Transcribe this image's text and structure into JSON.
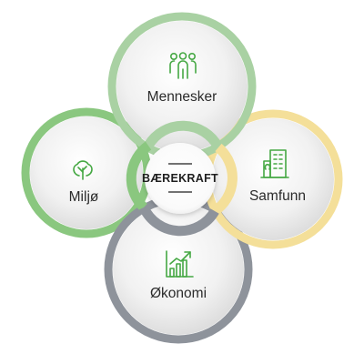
{
  "center": {
    "label": "BÆREKRAFT"
  },
  "pillars": {
    "top": {
      "label": "Mennesker",
      "icon": "people-icon",
      "ring_color": "#a9d1a3"
    },
    "left": {
      "label": "Miljø",
      "icon": "tree-icon",
      "ring_color": "#8ac77f"
    },
    "right": {
      "label": "Samfunn",
      "icon": "buildings-icon",
      "ring_color": "#f4df99"
    },
    "bottom": {
      "label": "Økonomi",
      "icon": "growth-chart-icon",
      "ring_color": "#8e939b"
    }
  },
  "colors": {
    "icon_green": "#45a843",
    "circle_fill": "#efefef",
    "circle_fill_dark": "#dcdcdc",
    "center_fill": "#ffffff",
    "center_rule": "#1f1f1f"
  }
}
